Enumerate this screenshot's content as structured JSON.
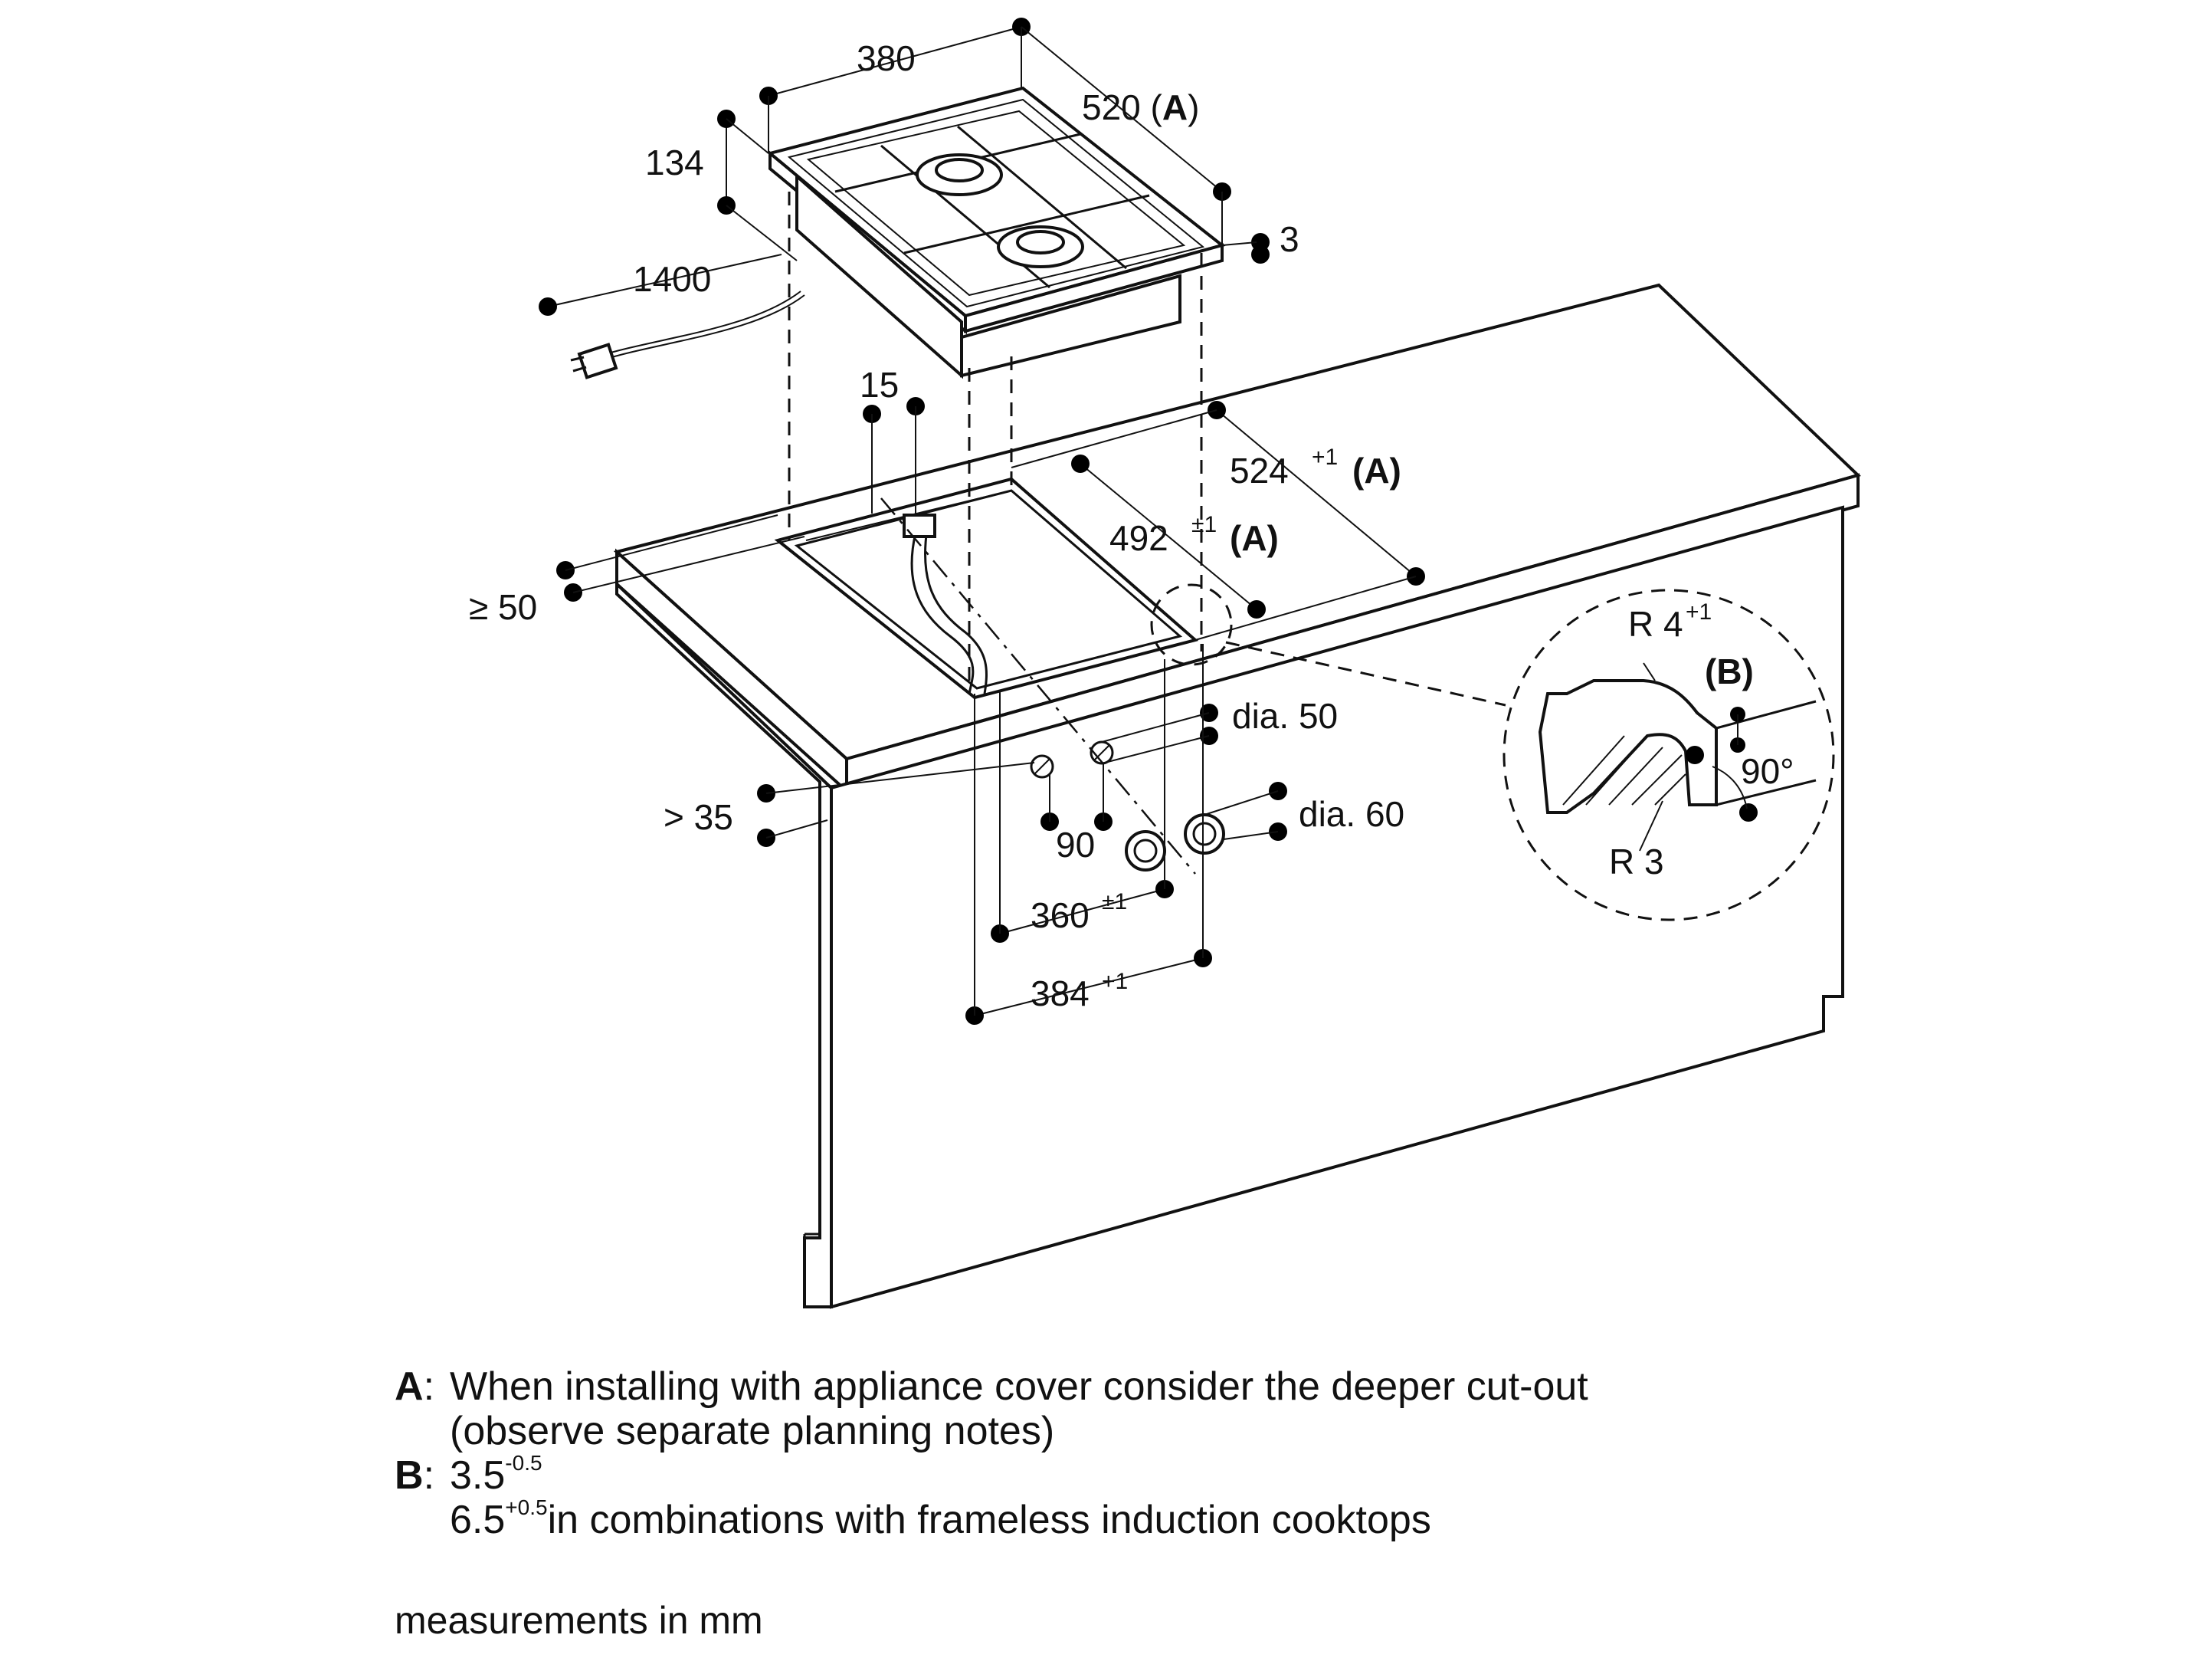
{
  "dimensions": {
    "width_top": "380",
    "depth_top": "520 (",
    "depth_top_ref": "A",
    "height": "134",
    "cable": "1400",
    "lip": "3",
    "offset_15": "15",
    "cutout_depth": "524",
    "cutout_depth_tol": "+1",
    "cutout_inner": "492",
    "cutout_inner_tol": "±1",
    "ref_a": "(A)",
    "front_edge": "≥ 50",
    "dia_50": "dia. 50",
    "dia_60": "dia. 60",
    "side_35": "> 35",
    "spacing_90": "90",
    "width_360": "360",
    "width_360_tol": "±1",
    "width_384": "384",
    "width_384_tol": "+1"
  },
  "detail": {
    "radius_top": "R 4",
    "radius_top_tol": "+1",
    "ref_b": "(B)",
    "angle": "90°",
    "radius_bottom": "R 3"
  },
  "notes": {
    "a_key": "A",
    "a_line1": "When installing with appliance cover consider the deeper cut-out",
    "a_line2": "(observe separate planning notes)",
    "b_key": "B",
    "b_value": "3.5",
    "b_value_tol": "-0.5",
    "b_value2": "6.5",
    "b_value2_tol": "+0.5",
    "b_line2": "in combinations with frameless induction cooktops",
    "units": "measurements in mm"
  }
}
